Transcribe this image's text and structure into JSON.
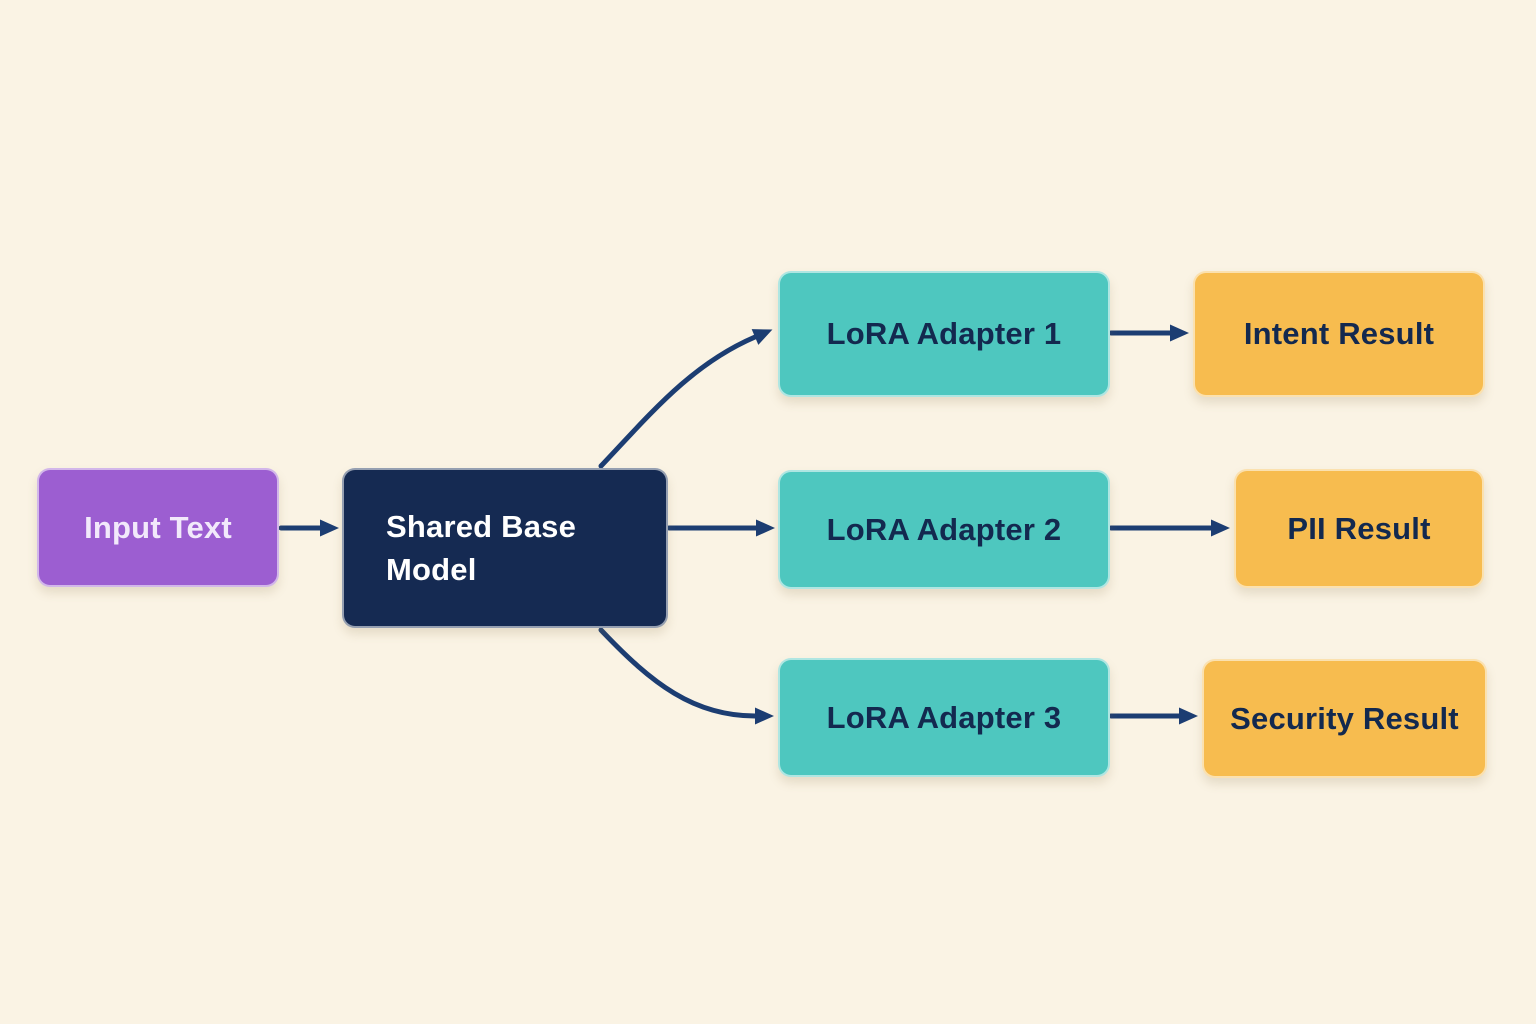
{
  "colors": {
    "background": "#faf3e4",
    "node_purple": "#9c5ed1",
    "node_navy": "#152a52",
    "node_teal": "#4ec7bf",
    "node_yellow": "#f7bc4f",
    "arrow": "#1c3d72",
    "dark_text": "#13294f",
    "light_text": "#ffffff"
  },
  "diagram": {
    "nodes": {
      "input": {
        "label": "Input Text"
      },
      "base": {
        "label": "Shared Base Model"
      },
      "adapter1": {
        "label": "LoRA Adapter 1"
      },
      "adapter2": {
        "label": "LoRA Adapter 2"
      },
      "adapter3": {
        "label": "LoRA Adapter 3"
      },
      "intent": {
        "label": "Intent Result"
      },
      "pii": {
        "label": "PII Result"
      },
      "security": {
        "label": "Security Result"
      }
    },
    "edges": [
      {
        "from": "input",
        "to": "base"
      },
      {
        "from": "base",
        "to": "adapter1"
      },
      {
        "from": "base",
        "to": "adapter2"
      },
      {
        "from": "base",
        "to": "adapter3"
      },
      {
        "from": "adapter1",
        "to": "intent"
      },
      {
        "from": "adapter2",
        "to": "pii"
      },
      {
        "from": "adapter3",
        "to": "security"
      }
    ]
  }
}
